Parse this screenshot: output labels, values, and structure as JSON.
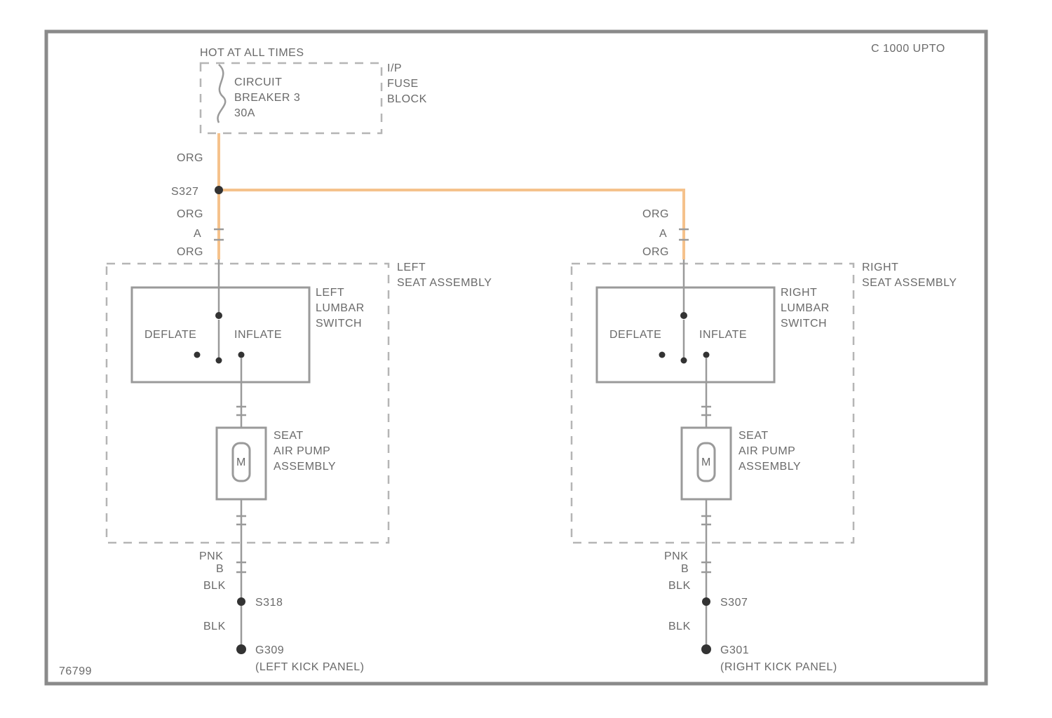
{
  "top_right_note": "C 1000 UPTO",
  "hot_label": "HOT AT ALL TIMES",
  "fuse_block": {
    "breaker_lines": [
      "CIRCUIT",
      "BREAKER 3",
      "30A"
    ],
    "block_lines": [
      "I/P",
      "FUSE",
      "BLOCK"
    ]
  },
  "wire_colors": {
    "org": "ORG",
    "pnk": "PNK",
    "blk": "BLK"
  },
  "splice_top": "S327",
  "connector_letters": {
    "a": "A",
    "b": "B"
  },
  "left": {
    "assembly_lines": [
      "LEFT",
      "SEAT ASSEMBLY"
    ],
    "switch_lines": [
      "LEFT",
      "LUMBAR",
      "SWITCH"
    ],
    "deflate": "DEFLATE",
    "inflate": "INFLATE",
    "motor": "M",
    "pump_lines": [
      "SEAT",
      "AIR PUMP",
      "ASSEMBLY"
    ],
    "splice": "S318",
    "ground": "G309",
    "ground_location": "(LEFT KICK PANEL)"
  },
  "right": {
    "assembly_lines": [
      "RIGHT",
      "SEAT ASSEMBLY"
    ],
    "switch_lines": [
      "RIGHT",
      "LUMBAR",
      "SWITCH"
    ],
    "deflate": "DEFLATE",
    "inflate": "INFLATE",
    "motor": "M",
    "pump_lines": [
      "SEAT",
      "AIR PUMP",
      "ASSEMBLY"
    ],
    "splice": "S307",
    "ground": "G301",
    "ground_location": "(RIGHT KICK PANEL)"
  },
  "figure_id": "76799",
  "colors": {
    "orange_wire": "#f5c28c",
    "line": "#9a9a9a",
    "frame": "#8a8a8a"
  }
}
